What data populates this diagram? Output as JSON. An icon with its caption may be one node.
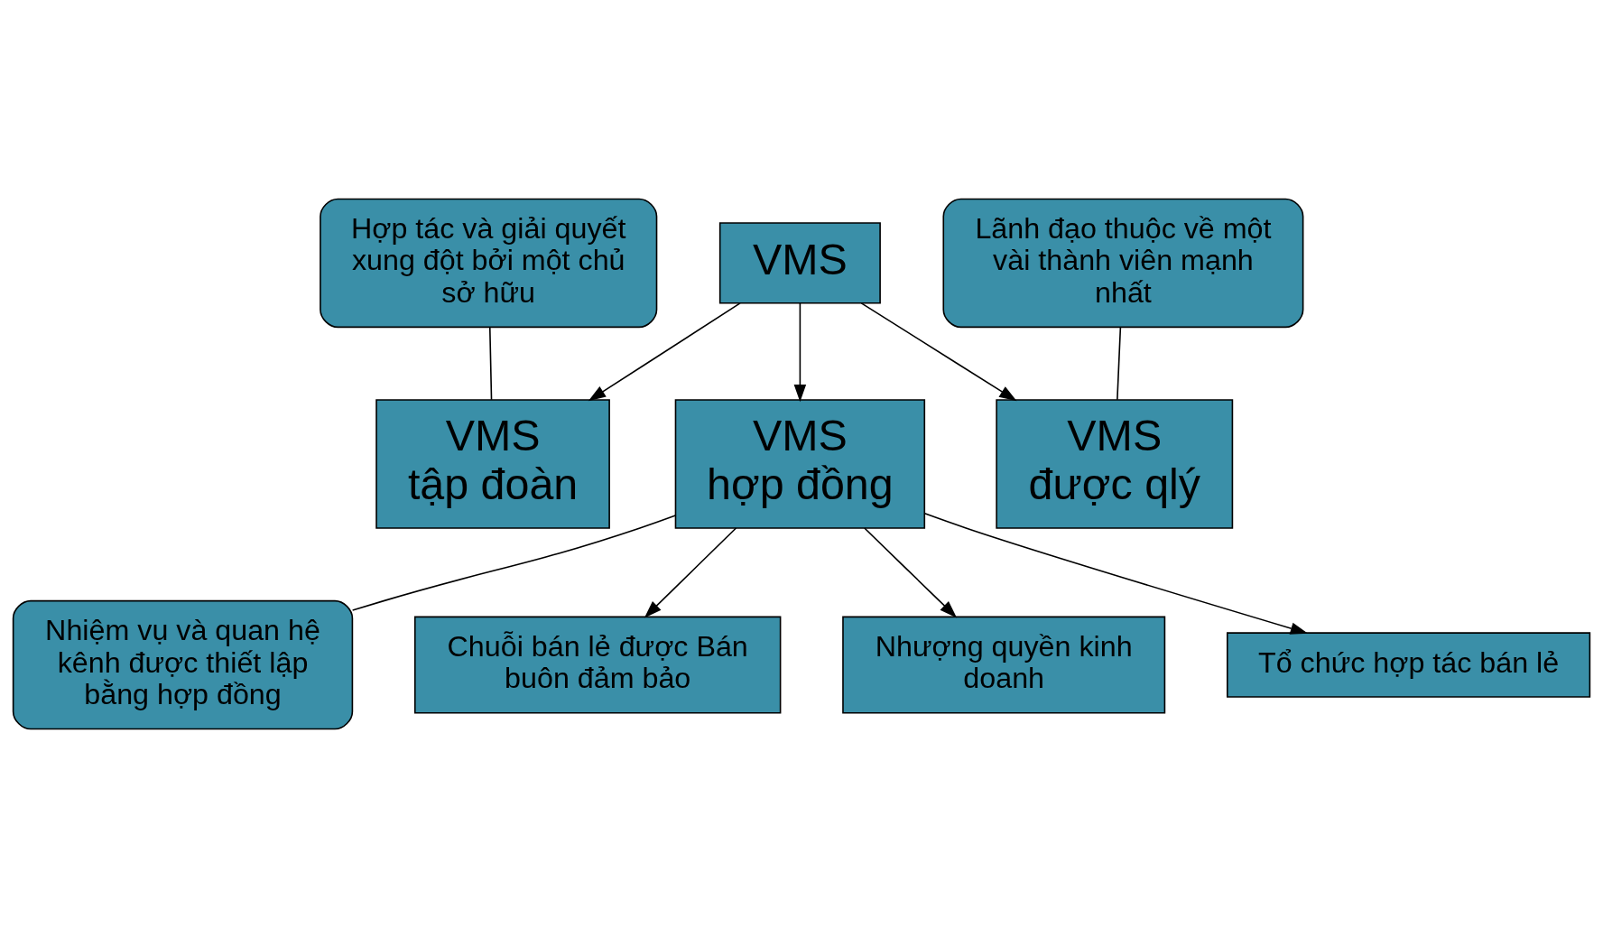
{
  "diagram": {
    "nodes": [
      {
        "text": [
          "Hợp tác và giải quyết xung đột bởi một chủ sở hữu"
        ]
      },
      {
        "text": [
          "VMS"
        ]
      },
      {
        "text": [
          "Lãnh đạo thuộc về một vài thành viên mạnh nhất"
        ]
      },
      {
        "text": [
          "VMS",
          "tập đoàn"
        ]
      },
      {
        "text": [
          "VMS",
          "hợp đồng"
        ]
      },
      {
        "text": [
          "VMS",
          "được qlý"
        ]
      },
      {
        "text": [
          "Nhiệm vụ và quan hệ kênh được thiết lập bằng hợp đồng"
        ]
      },
      {
        "text": [
          "Chuỗi bán lẻ được Bán buôn đảm bảo"
        ]
      },
      {
        "text": [
          "Nhượng quyền kinh doanh"
        ]
      },
      {
        "text": [
          "Tổ chức hợp tác bán lẻ"
        ]
      }
    ],
    "edges": [
      {
        "from": 1,
        "to": 3,
        "arrow": "to"
      },
      {
        "from": 1,
        "to": 4,
        "arrow": "to"
      },
      {
        "from": 1,
        "to": 5,
        "arrow": "to"
      },
      {
        "from": 4,
        "to": 7,
        "arrow": "to"
      },
      {
        "from": 4,
        "to": 8,
        "arrow": "to"
      },
      {
        "from": 4,
        "to": 9,
        "arrow": "to"
      },
      {
        "from": 0,
        "to": 3,
        "arrow": "none"
      },
      {
        "from": 2,
        "to": 5,
        "arrow": "none"
      },
      {
        "from": 6,
        "to": 4,
        "arrow": "none"
      }
    ]
  }
}
